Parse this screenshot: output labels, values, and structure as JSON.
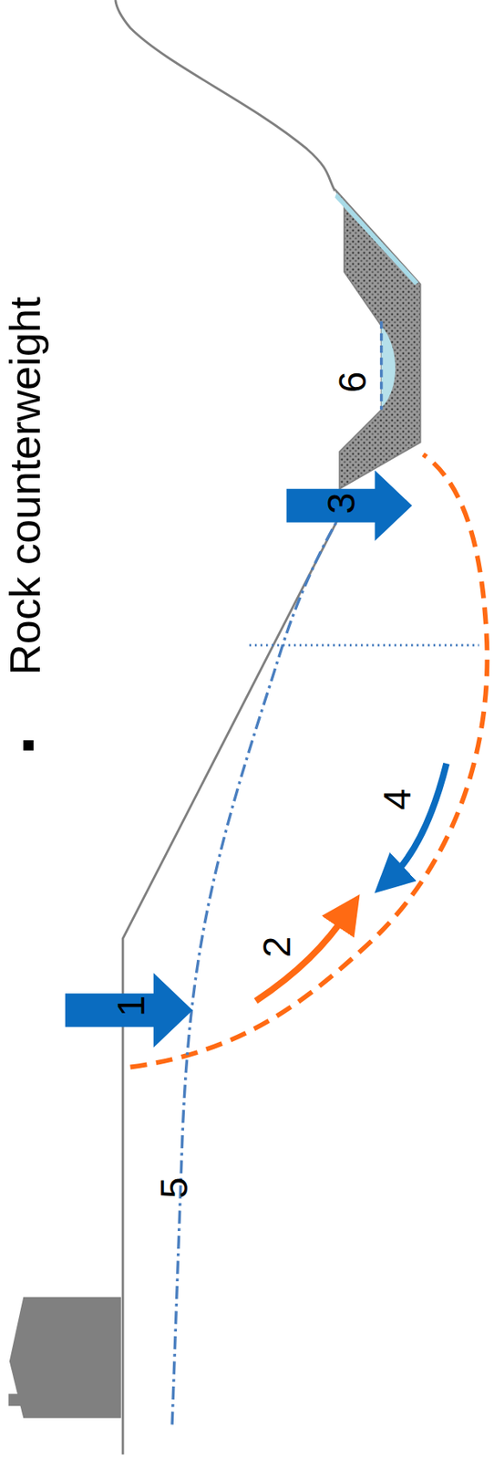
{
  "diagram": {
    "title": "Rock counterweight",
    "labels": [
      "1",
      "2",
      "3",
      "4",
      "5",
      "6"
    ]
  }
}
